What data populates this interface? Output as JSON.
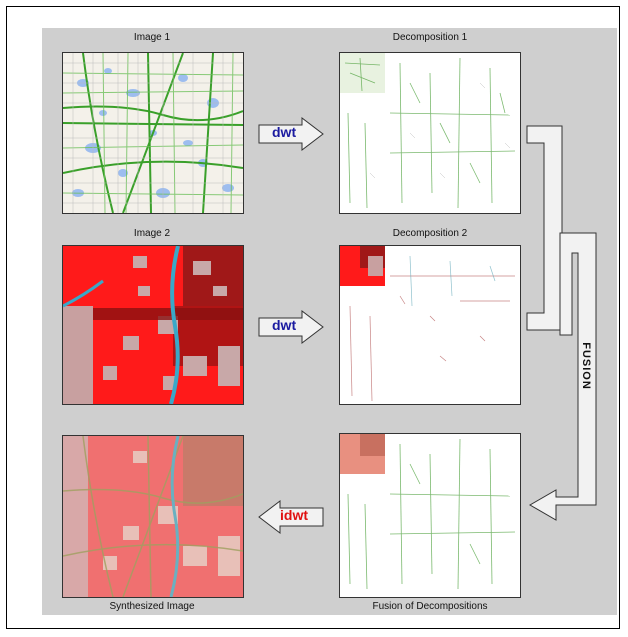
{
  "labels": {
    "image1": "Image 1",
    "image2": "Image 2",
    "decomp1": "Decomposition 1",
    "decomp2": "Decomposition 2",
    "synth": "Synthesized Image",
    "fusion_decomp": "Fusion of Decompositions"
  },
  "arrows": {
    "dwt1": "dwt",
    "dwt2": "dwt",
    "idwt": "idwt"
  },
  "fusion": "FUSION",
  "colors": {
    "panel": "#cfcfcf",
    "dwt_text": "#1a1aa0",
    "idwt_text": "#e01010",
    "map_green": "#3a9a2a",
    "map_blue": "#7fa8e8",
    "red": "#ff1a1a",
    "dark_red": "#a01010"
  }
}
